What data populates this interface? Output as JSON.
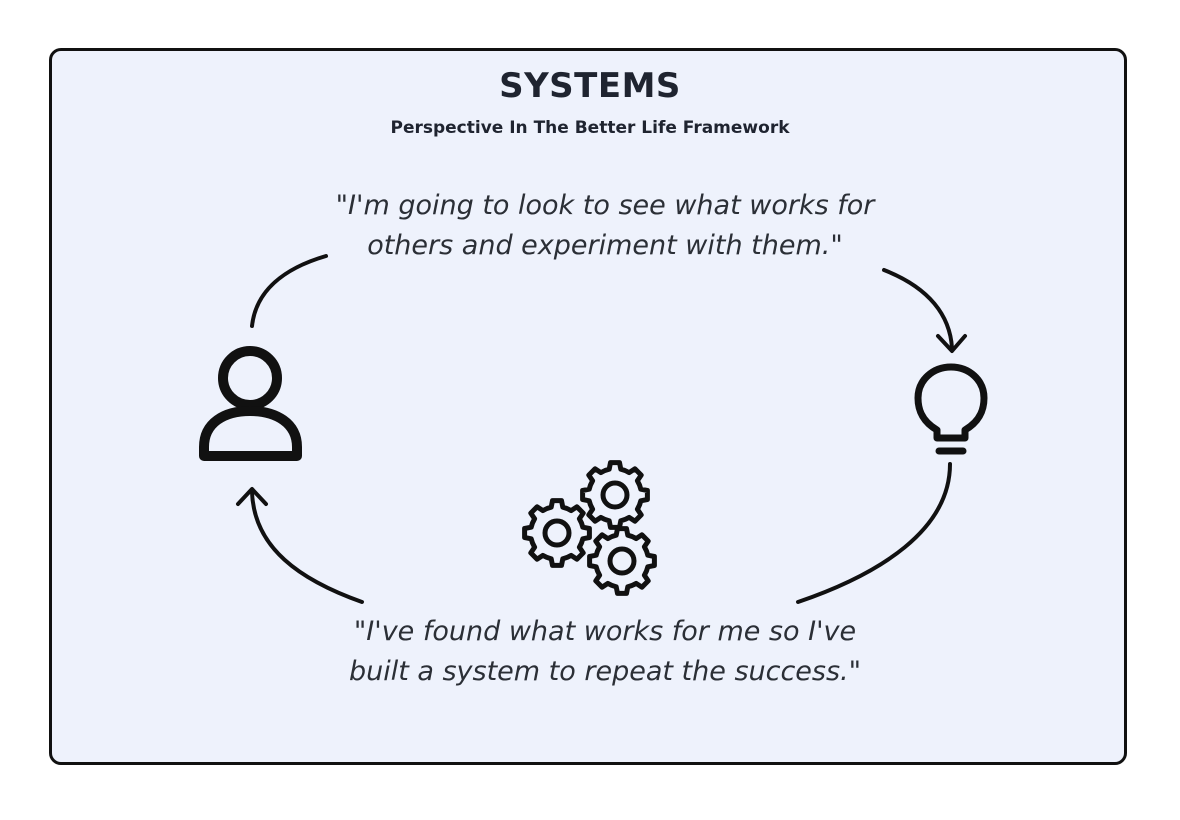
{
  "diagram": {
    "title": "SYSTEMS",
    "subtitle": "Perspective In The Better Life Framework",
    "quote_top_line1": "\"I'm going to look to see what works for",
    "quote_top_line2": "others and experiment with them.\"",
    "quote_bottom_line1": "\"I've found what works for me so I've",
    "quote_bottom_line2": "built a system to repeat the success.\"",
    "nodes": [
      {
        "icon": "person-icon"
      },
      {
        "icon": "lightbulb-icon"
      },
      {
        "icon": "gears-icon"
      }
    ],
    "colors": {
      "panel_background": "#eef2fc",
      "stroke": "#111111",
      "text": "#1f2430"
    }
  }
}
